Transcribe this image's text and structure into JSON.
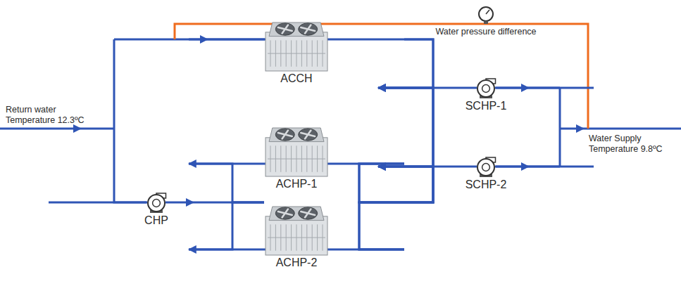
{
  "diagram": {
    "nodes": [
      {
        "text": [
          "ACCH"
        ]
      },
      {
        "text": [
          "CHP"
        ]
      },
      {
        "text": [
          "ACHP-1"
        ]
      },
      {
        "text": [
          "ACHP-2"
        ]
      },
      {
        "text": [
          "SCHP-1"
        ]
      },
      {
        "text": [
          "SCHP-2"
        ]
      }
    ],
    "edges": [
      {
        "from": 1,
        "to": 2,
        "arrow": "to"
      },
      {
        "from": 1,
        "to": 3,
        "arrow": "to"
      },
      {
        "from": 0,
        "to": 4,
        "arrow": "to"
      },
      {
        "from": 0,
        "to": 5,
        "arrow": "to"
      },
      {
        "from": 2,
        "to": 4,
        "arrow": "to"
      },
      {
        "from": 2,
        "to": 5,
        "arrow": "to"
      },
      {
        "from": 3,
        "to": 4,
        "arrow": "to"
      },
      {
        "from": 3,
        "to": 5,
        "arrow": "to"
      }
    ],
    "labels": [
      "Water pressure difference",
      "Return water Temperature 12.3ºC",
      "Water Supply Temperature 9.8ºC"
    ]
  }
}
